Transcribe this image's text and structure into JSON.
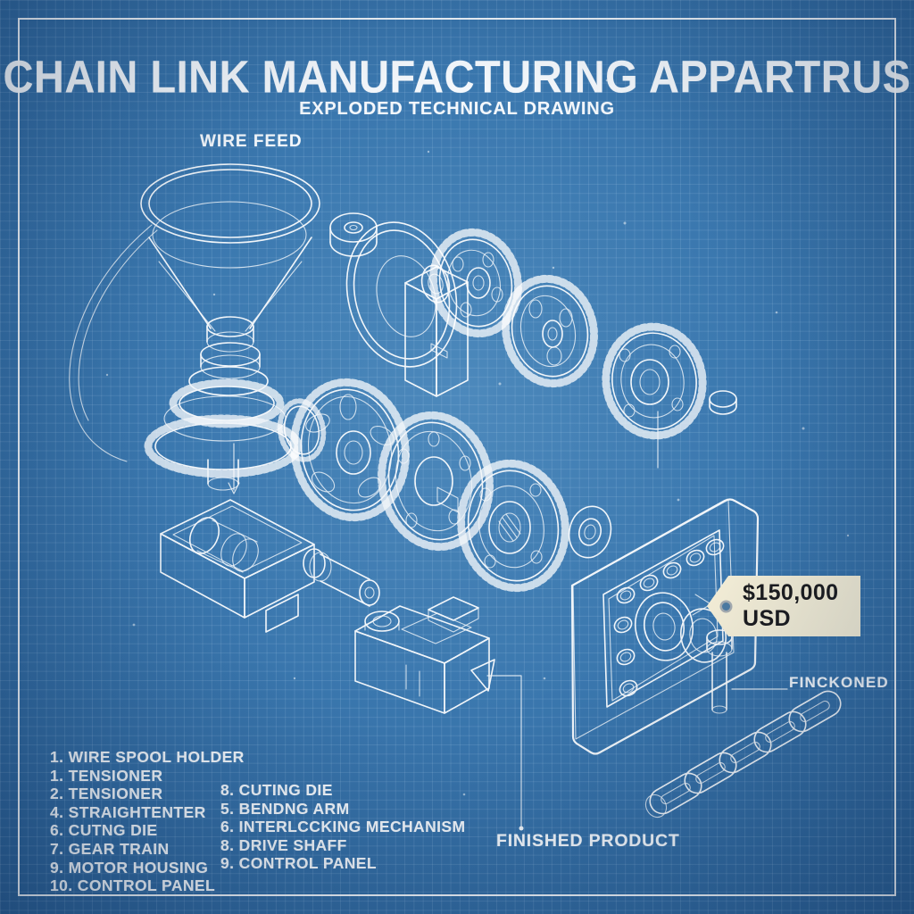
{
  "header": {
    "title": "CHAIN LINK MANUFACTURING APPARTRUS",
    "subtitle": "EXPLODED TECHNICAL DRAWING"
  },
  "callouts": {
    "wire_feed": "WIRE FEED",
    "finished_product": "FINISHED PRODUCT",
    "finckoned": "FINCKONED"
  },
  "price_tag": {
    "text": "$150,000 USD"
  },
  "parts_list_left": {
    "items": [
      "1. WIRE SPOOL HOLDER",
      "1. TENSIONER",
      "2. TENSIONER",
      "4. STRAIGHTENTER",
      "6. CUTNG DIE",
      "7. GEAR TRAIN",
      "9. MOTOR HOUSING",
      "10. CONTROL PANEL"
    ]
  },
  "parts_list_middle": {
    "items": [
      "8. CUTING DIE",
      "5. BENDNG ARM",
      "6. INTERLCCKING MECHANISM",
      "8. DRIVE SHAFF",
      "9. CONTROL PANEL"
    ]
  },
  "colors": {
    "background": "#3a77ae",
    "grid_line": "#6f9fca",
    "drawing_line": "#ffffff",
    "frame": "#ffffff",
    "tag_background": "#f4eed7",
    "tag_text": "#1c1c1e",
    "tag_hole": "#4d7ba3"
  }
}
